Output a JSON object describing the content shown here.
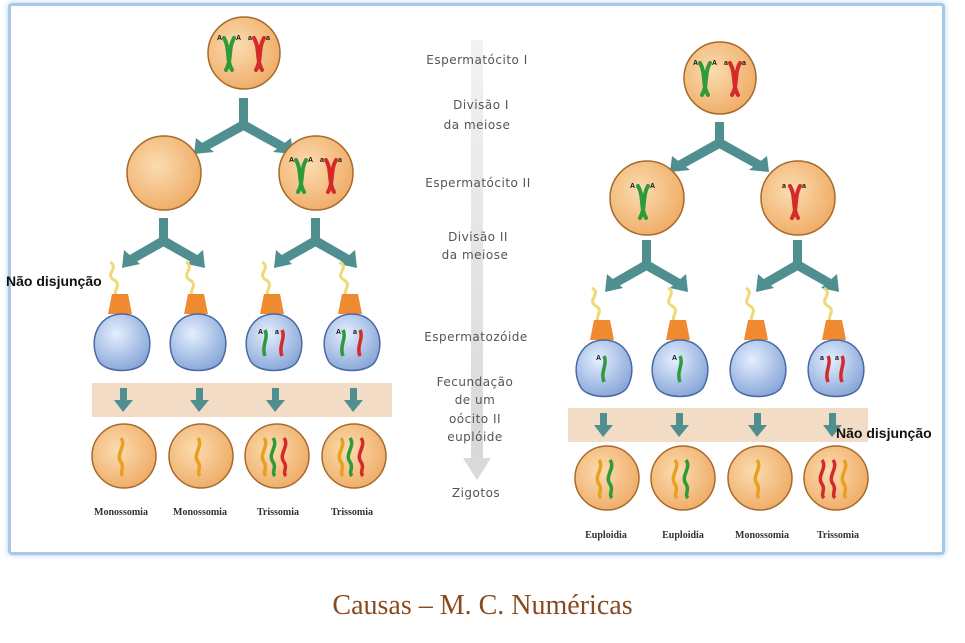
{
  "stages": {
    "spermatocyte1": "Espermatócito I",
    "division1_line1": "Divisão I",
    "division1_line2": "da meiose",
    "spermatocyte2": "Espermatócito II",
    "division2_line1": "Divisão II",
    "division2_line2": "da meiose",
    "spermatozoid": "Espermatozóide",
    "fertilization_line1": "Fecundação",
    "fertilization_line2": "de um",
    "fertilization_line3": "oócito II",
    "fertilization_line4": "euplóide",
    "zygotes": "Zigotos"
  },
  "left_results": [
    "Monossomia",
    "Monossomia",
    "Trissomia",
    "Trissomia"
  ],
  "right_results": [
    "Euploidia",
    "Euploidia",
    "Monossomia",
    "Trissomia"
  ],
  "annotations": {
    "nondisjunction_left": "Não disjunção",
    "nondisjunction_right": "Não disjunção"
  },
  "alleles": {
    "dominant": "A",
    "recessive": "a"
  },
  "colors": {
    "cell_fill": "#f2b877",
    "cell_stroke": "#a66a2c",
    "arrow": "#4f8f8f",
    "chromosome_green": "#2e9a3a",
    "chromosome_red": "#d42a2a",
    "chromosome_orange": "#e8a020",
    "sperm_head": "#a9c3ea",
    "acrosome": "#f08a30",
    "tail": "#f0d878",
    "fertilization_band": "#f2dcc6",
    "caption": "#8a4a1e"
  },
  "caption": "Causas – M. C. Numéricas"
}
